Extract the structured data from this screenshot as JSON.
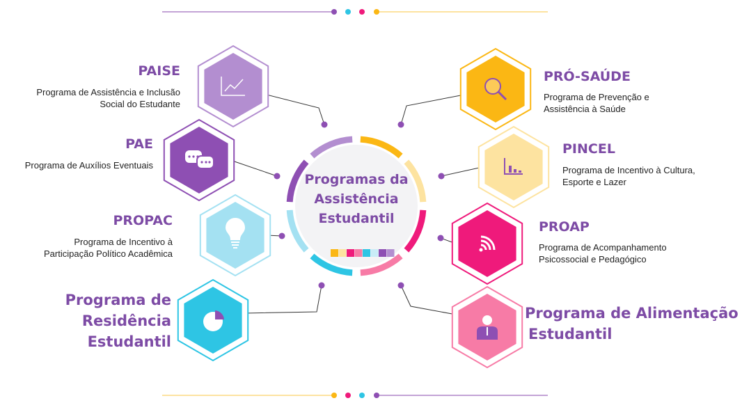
{
  "center": {
    "title_lines": [
      "Programas da",
      "Assistência",
      "Estudantil"
    ]
  },
  "colors": {
    "purple": "#8e4fb3",
    "light_purple": "#b38ed0",
    "yellow": "#fbb714",
    "light_yellow": "#fde3a0",
    "pink": "#ef1a7b",
    "light_pink": "#f77ba6",
    "cyan": "#2ec5e4",
    "light_blue": "#a4e1f2",
    "text_purple": "#7d4ba5"
  },
  "programs": [
    {
      "title": "PAISE",
      "desc_lines": [
        "Programa de Assistência e Inclusão",
        "Social do Estudante"
      ],
      "icon": "line-chart-icon"
    },
    {
      "title": "PAE",
      "desc_lines": [
        "Programa de Auxílios Eventuais"
      ],
      "icon": "chat-bubbles-icon"
    },
    {
      "title": "PROPAC",
      "desc_lines": [
        "Programa de Incentivo à",
        "Participação Político Acadêmica"
      ],
      "icon": "lightbulb-icon"
    },
    {
      "title_lines": [
        "Programa de",
        "Residência",
        "Estudantil"
      ],
      "icon": "pie-chart-icon"
    },
    {
      "title": "PRÓ-SAÚDE",
      "desc_lines": [
        "Programa de Prevenção e",
        "Assistência à Saúde"
      ],
      "icon": "magnifier-icon"
    },
    {
      "title": "PINCEL",
      "desc_lines": [
        "Programa de Incentivo à Cultura,",
        "Esporte e Lazer"
      ],
      "icon": "bar-chart-icon"
    },
    {
      "title": "PROAP",
      "desc_lines": [
        "Programa de Acompanhamento",
        "Psicossocial e Pedagógico"
      ],
      "icon": "wifi-signal-icon"
    },
    {
      "title_lines": [
        "Programa de Alimentação",
        "Estudantil"
      ],
      "icon": "person-icon"
    }
  ]
}
